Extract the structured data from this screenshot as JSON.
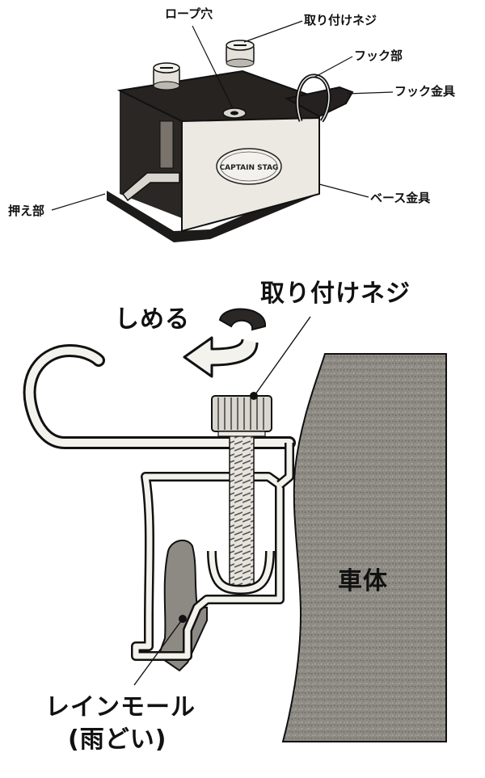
{
  "labels": {
    "rope_hole": "ロープ穴",
    "mount_screw_top": "取り付けネジ",
    "hook_part": "フック部",
    "hook_fitting": "フック金具",
    "press_part": "押え部",
    "base_fitting": "ベース金具",
    "tighten": "しめる",
    "mount_screw": "取り付けネジ",
    "car_body": "車体",
    "rain_mold": "レインモール",
    "rain_gutter": "(雨どい)"
  },
  "logo_text": "CAPTAIN STAG"
}
